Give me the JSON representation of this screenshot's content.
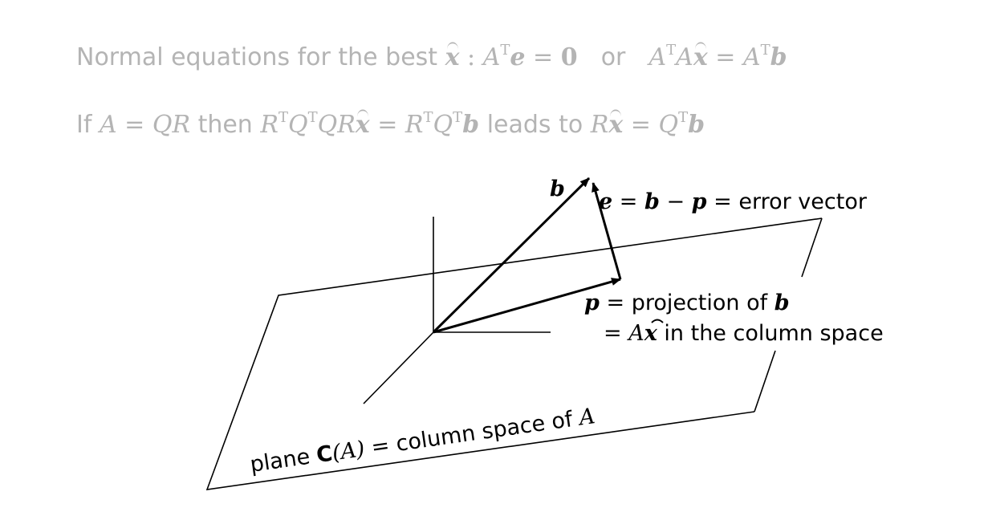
{
  "line1": {
    "text_a": "Normal equations for the best",
    "xhat": "x",
    "colon": ":",
    "eq1_A": "A",
    "eq1_T": "T",
    "eq1_e": "e",
    "eq1_eq": "=",
    "eq1_zero": "0",
    "or": "or",
    "eq2_A1": "A",
    "eq2_T1": "T",
    "eq2_A2": "A",
    "eq2_x": "x",
    "eq2_eq": "=",
    "eq2_A3": "A",
    "eq2_T2": "T",
    "eq2_b": "b"
  },
  "line2": {
    "text_if": "If",
    "lhs": "A = QR",
    "then": "then",
    "r1": "R",
    "t1": "T",
    "q1": "Q",
    "t2": "T",
    "qr": "QR",
    "x1": "x",
    "eq": "=",
    "r2": "R",
    "t3": "T",
    "q2": "Q",
    "t4": "T",
    "b1": "b",
    "leads_to": "leads to",
    "r3": "R",
    "x2": "x",
    "eq2": "=",
    "q3": "Q",
    "t5": "T",
    "b2": "b"
  },
  "diagram": {
    "b_label": "b",
    "e_label_e": "e",
    "e_label_mid": " = ",
    "e_label_b": "b",
    "e_label_minus": " − ",
    "e_label_p": "p",
    "e_label_eq": " = ",
    "e_label_text": "error vector",
    "p_label_p": "p",
    "p_label_eq": " = ",
    "p_label_text": "projection of ",
    "p_label_b": "b",
    "ax_label_eq": "= ",
    "ax_label_A": "A",
    "ax_label_x": "x",
    "ax_label_text": " in the column space",
    "plane_text1": "plane ",
    "plane_C": "C",
    "plane_paren_open": "(",
    "plane_A1": "A",
    "plane_paren_close": ")",
    "plane_text2": " = column space of ",
    "plane_A2": "A"
  }
}
